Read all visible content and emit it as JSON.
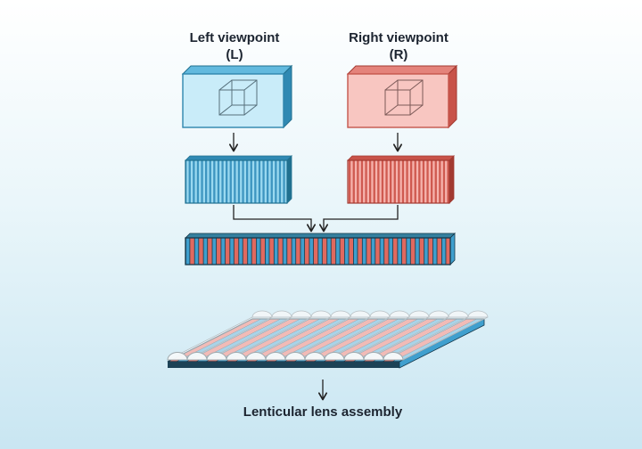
{
  "page": {
    "background_top": "#ffffff",
    "background_bottom": "#c9e6f2"
  },
  "labels": {
    "left_title": "Left viewpoint",
    "left_code": "(L)",
    "right_title": "Right viewpoint",
    "right_code": "(R)",
    "caption": "Lenticular lens assembly"
  },
  "colors": {
    "left_fill": "#c9ecf9",
    "left_border": "#2e86ad",
    "left_stripe_dark": "#3d95c0",
    "left_stripe_light": "#9ad9f0",
    "right_fill": "#f8c6c1",
    "right_border": "#c4564c",
    "right_stripe_dark": "#cf5a50",
    "right_stripe_light": "#f6b3ad",
    "interleaved_blue": "#3f9fce",
    "interleaved_red": "#e0695f",
    "outline_dark": "#16384a",
    "arrow": "#222222",
    "text": "#1c2430"
  },
  "icons": {
    "down_arrow": "↓",
    "cube_wireframe": "cube"
  }
}
